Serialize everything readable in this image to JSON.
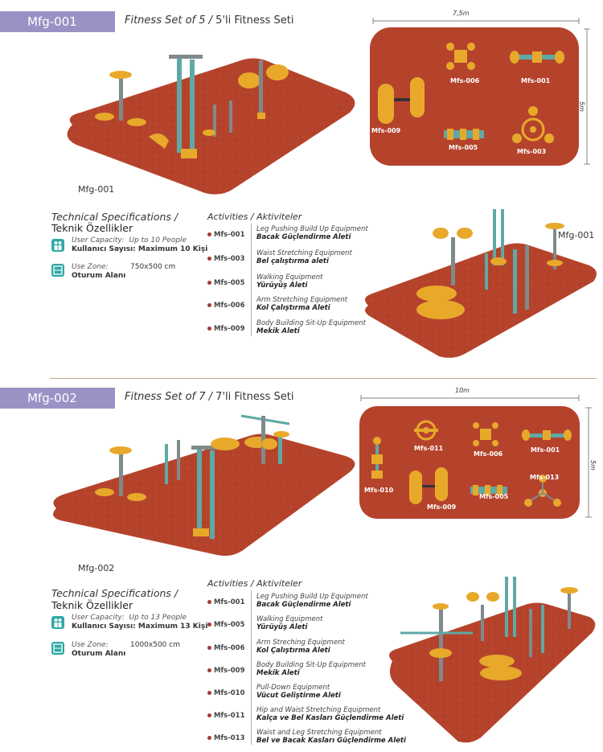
{
  "sets": [
    {
      "code": "Mfg-001",
      "title_en": "Fitness Set of 5",
      "separator": " / ",
      "title_tr": "5'li Fitness Seti",
      "illustration_label": "Mfg-001",
      "side_label": "Mfg-001",
      "spec_title_en": "Technical Specifications /",
      "spec_title_tr": "Teknik Özellikler",
      "user_capacity_en": "User Capacity:",
      "user_capacity_value_en": "Up to 10 People",
      "user_capacity_tr": "Kullanıcı Sayısı: Maximum 10 Kişi",
      "use_zone_en": "Use Zone:",
      "use_zone_value": "750x500 cm",
      "use_zone_tr": "Oturum Alanı",
      "activities_title": "Activities / Aktiviteler",
      "activities": [
        {
          "code": "Mfs-001",
          "en": "Leg Pushing Build Up Equipment",
          "tr": "Bacak Güçlendirme Aleti"
        },
        {
          "code": "Mfs-003",
          "en": "Waist Stretching Equipment",
          "tr": "Bel çalıştırma aleti"
        },
        {
          "code": "Mfs-005",
          "en": "Walking Equipment",
          "tr": "Yürüyüş Aleti"
        },
        {
          "code": "Mfs-006",
          "en": "Arm Stretching Equipment",
          "tr": "Kol Çalıştırma Aleti"
        },
        {
          "code": "Mfs-009",
          "en": "Body Building Sit-Up Equipment",
          "tr": "Mekik Aleti"
        }
      ],
      "plan_width": "7,5m",
      "plan_height": "5m",
      "plan_labels": [
        "Mfs-006",
        "Mfs-001",
        "Mfs-009",
        "Mfs-005",
        "Mfs-003"
      ]
    },
    {
      "code": "Mfg-002",
      "title_en": "Fitness Set of 7",
      "separator": " / ",
      "title_tr": "7'li Fitness Seti",
      "illustration_label": "Mfg-002",
      "spec_title_en": "Technical Specifications /",
      "spec_title_tr": "Teknik Özellikler",
      "user_capacity_en": "User Capacity:",
      "user_capacity_value_en": "Up to 13 People",
      "user_capacity_tr": "Kullanıcı Sayısı: Maximum 13 Kişi",
      "use_zone_en": "Use Zone:",
      "use_zone_value": "1000x500 cm",
      "use_zone_tr": "Oturum Alanı",
      "activities_title": "Activities / Aktiviteler",
      "activities": [
        {
          "code": "Mfs-001",
          "en": "Leg Pushing Build Up Equipment",
          "tr": "Bacak Güçlendirme Aleti"
        },
        {
          "code": "Mfs-005",
          "en": "Walking Equipment",
          "tr": "Yürüyüş Aleti"
        },
        {
          "code": "Mfs-006",
          "en": "Arm Streching Equipment",
          "tr": "Kol Çalıştırma Aleti"
        },
        {
          "code": "Mfs-009",
          "en": "Body Building Sit-Up Equipment",
          "tr": "Mekik Aleti"
        },
        {
          "code": "Mfs-010",
          "en": "Pull-Down Equipment",
          "tr": "Vücut Geliştirme Aleti"
        },
        {
          "code": "Mfs-011",
          "en": "Hip and Waist Stretching Equipment",
          "tr": "Kalça ve Bel Kasları Güçlendirme Aleti"
        },
        {
          "code": "Mfs-013",
          "en": "Waist and Leg Stretching Equipment",
          "tr": "Bel ve Bacak Kasları Güçlendirme Aleti"
        }
      ],
      "plan_width": "10m",
      "plan_height": "5m",
      "plan_labels": [
        "Mfs-011",
        "Mfs-006",
        "Mfs-001",
        "Mfs-010",
        "Mfs-009",
        "Mfs-005",
        "Mfs-013"
      ]
    }
  ],
  "colors": {
    "badge": "#9a92c4",
    "surface": "#b5432c",
    "equipment_yellow": "#e8a92b",
    "equipment_teal": "#5fa9a5",
    "bullet": "#a33a3a",
    "icon": "#2fa9a6"
  }
}
